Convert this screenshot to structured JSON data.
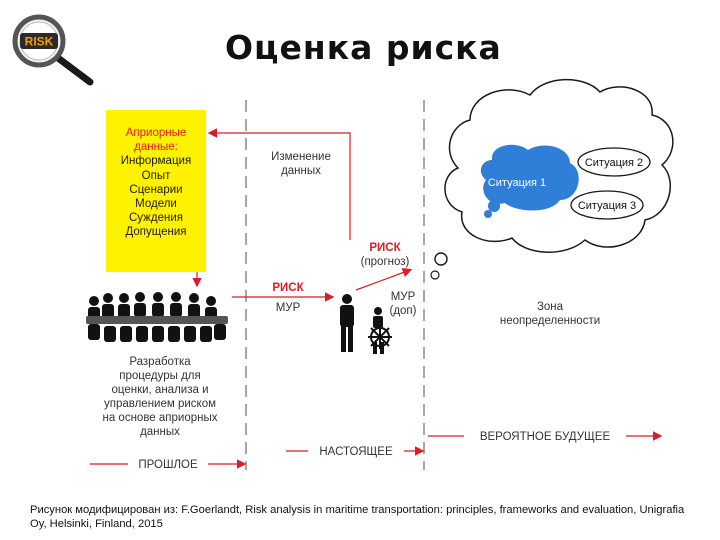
{
  "title": "Оценка риска",
  "logo_text": "RISK",
  "a_priori": {
    "header": [
      "Априорные",
      "данные:"
    ],
    "items": [
      "Информация",
      "Опыт",
      "Сценарии",
      "Модели",
      "Суждения",
      "Допущения"
    ]
  },
  "data_change": [
    "Изменение",
    "данных"
  ],
  "risk_forecast": {
    "label": "РИСК",
    "sub": "(прогноз)"
  },
  "risk_mur": {
    "label": "РИСК",
    "sub": "МУР"
  },
  "mur_dop": [
    "МУР",
    "(доп)"
  ],
  "uncertainty_zone": [
    "Зона",
    "неопределенности"
  ],
  "situations": [
    "Ситуация 1",
    "Ситуация 2",
    "Ситуация 3"
  ],
  "procedure_text": [
    "Разработка",
    "процедуры для",
    "оценки, анализа и",
    "управлением риском",
    "на основе априорных",
    "данных"
  ],
  "timeline": {
    "past": "ПРОШЛОЕ",
    "present": "НАСТОЯЩЕЕ",
    "future": "ВЕРОЯТНОЕ БУДУЩЕЕ"
  },
  "caption": "Рисунок модифицирован из: F.Goerlandt, Risk analysis in maritime transportation: principles, frameworks and evaluation, Unigrafia Oy, Helsinki, Finland, 2015",
  "colors": {
    "accent_red": "#d81f26",
    "highlight_yellow": "#fff200",
    "situation_blue": "#2f7ed8"
  }
}
